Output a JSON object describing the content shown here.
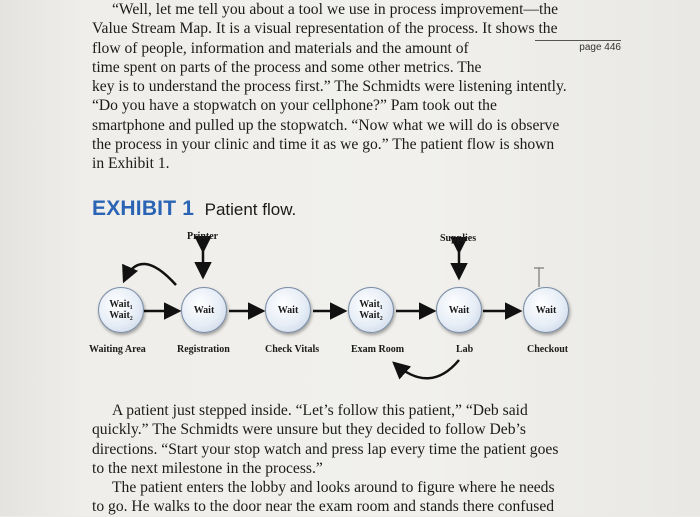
{
  "paragraph1": {
    "lines": [
      "“Well, let me tell you about a tool we use in process improvement—the",
      "Value Stream Map. It is a visual representation of the process. It shows the",
      "flow of people, information and materials and the amount of",
      "time spent on parts of the process and some other metrics. The",
      "key is to understand the process first.” The Schmidts were listening intently.",
      "“Do you have a stopwatch on your cellphone?” Pam took out the",
      "smartphone and pulled up the stopwatch. “Now what we will do is observe",
      "the process in your clinic and time it as we go.” The patient flow is shown",
      "in Exhibit 1."
    ]
  },
  "page_note": "page 446",
  "exhibit": {
    "number": "EXHIBIT 1",
    "caption": "Patient flow."
  },
  "diagram": {
    "top_labels": {
      "printer": "Printer",
      "supplies": "Supplies"
    },
    "nodes": [
      {
        "line1": "Wait₁",
        "line2": "Wait₂",
        "label": "Waiting Area"
      },
      {
        "line1": "Wait",
        "line2": "",
        "label": "Registration"
      },
      {
        "line1": "Wait",
        "line2": "",
        "label": "Check Vitals"
      },
      {
        "line1": "Wait₁",
        "line2": "Wait₂",
        "label": "Exam Room"
      },
      {
        "line1": "Wait",
        "line2": "",
        "label": "Lab"
      },
      {
        "line1": "Wait",
        "line2": "",
        "label": "Checkout"
      }
    ]
  },
  "paragraph2": {
    "lines": [
      "A patient just stepped inside. “Let’s follow this patient,” “Deb said",
      "quickly.” The Schmidts were unsure but they decided to follow Deb’s",
      "directions. “Start your stop watch and press lap every time the patient goes",
      "to the next milestone in the process.”"
    ]
  },
  "paragraph3": {
    "lines": [
      "The patient enters the lobby and looks around to figure where he needs",
      "to go. He walks to the door near the exam room and stands there confused"
    ]
  }
}
